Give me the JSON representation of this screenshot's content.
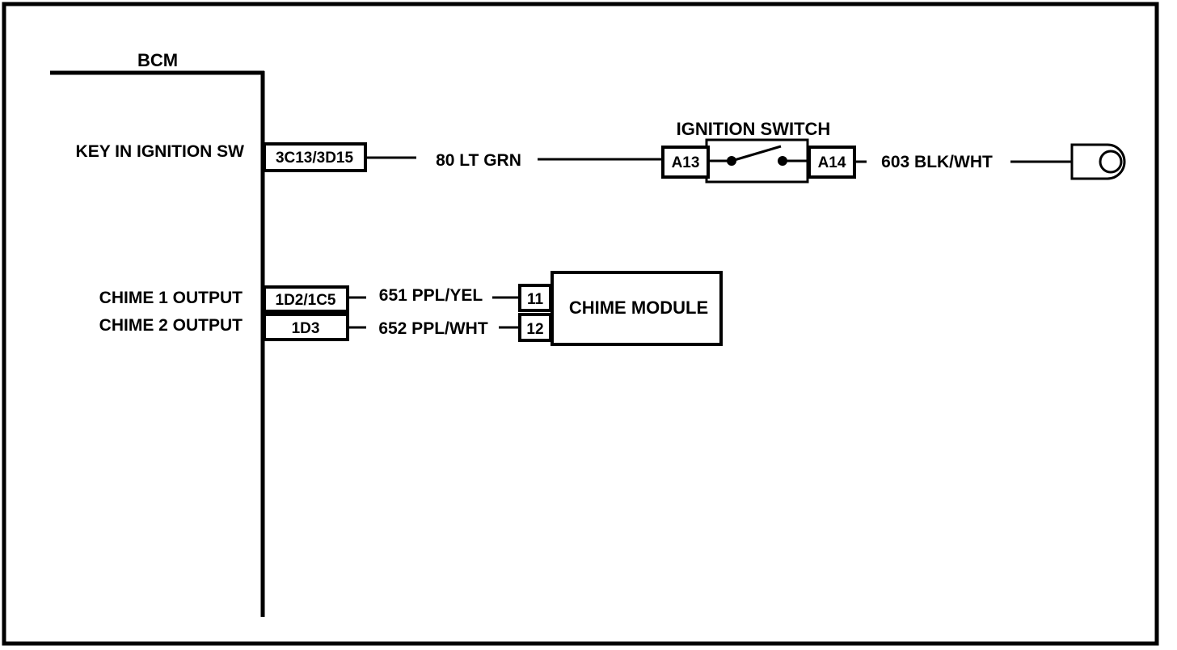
{
  "bcm": {
    "title": "BCM",
    "signals": {
      "key_in_ignition_sw": "KEY IN IGNITION SW",
      "chime_1_output": "CHIME 1 OUTPUT",
      "chime_2_output": "CHIME 2 OUTPUT"
    },
    "connectors": {
      "key_in_ignition": "3C13/3D15",
      "chime_1": "1D2/1C5",
      "chime_2": "1D3"
    }
  },
  "wires": {
    "w80": "80 LT GRN",
    "w603": "603 BLK/WHT",
    "w651": "651 PPL/YEL",
    "w652": "652 PPL/WHT"
  },
  "ignition_switch": {
    "title": "IGNITION SWITCH",
    "pin_in": "A13",
    "pin_out": "A14"
  },
  "chime_module": {
    "title": "CHIME MODULE",
    "pin_11": "11",
    "pin_12": "12"
  },
  "colors": {
    "line": "#000000",
    "background": "#ffffff"
  }
}
